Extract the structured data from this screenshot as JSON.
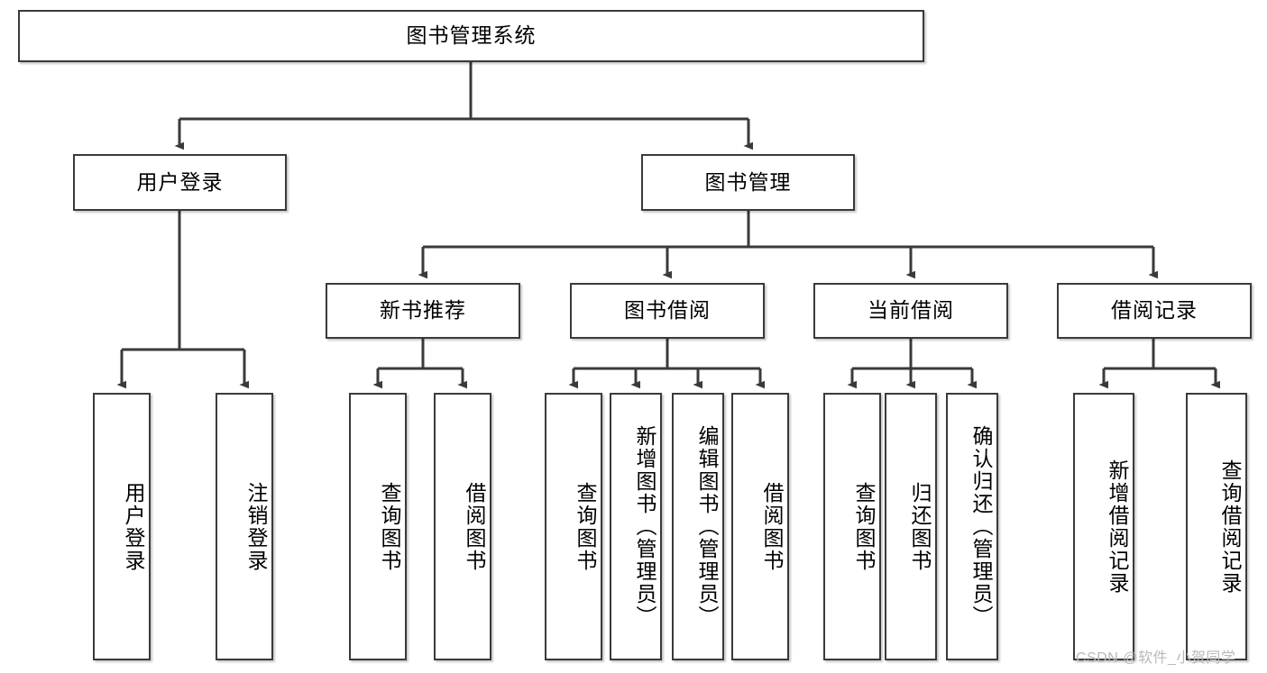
{
  "diagram": {
    "type": "tree-hierarchy",
    "title": "图书管理系统",
    "root": {
      "label": "图书管理系统"
    },
    "level2": [
      {
        "label": "用户登录"
      },
      {
        "label": "图书管理"
      }
    ],
    "level3": [
      {
        "label": "新书推荐"
      },
      {
        "label": "图书借阅"
      },
      {
        "label": "当前借阅"
      },
      {
        "label": "借阅记录"
      }
    ],
    "leaves": {
      "user_login": [
        {
          "label": "用户登录"
        },
        {
          "label": "注销登录"
        }
      ],
      "new_book": [
        {
          "label": "查询图书"
        },
        {
          "label": "借阅图书"
        }
      ],
      "book_borrow": [
        {
          "label": "查询图书"
        },
        {
          "label": "新增图书（管理员）"
        },
        {
          "label": "编辑图书（管理员）"
        },
        {
          "label": "借阅图书"
        }
      ],
      "current_borrow": [
        {
          "label": "查询图书"
        },
        {
          "label": "归还图书"
        },
        {
          "label": "确认归还（管理员）"
        }
      ],
      "borrow_record": [
        {
          "label": "新增借阅记录"
        },
        {
          "label": "查询借阅记录"
        }
      ]
    }
  },
  "watermark": {
    "text": "CSDN @软件_小贺同学"
  },
  "colors": {
    "stroke": "#3a3a3a",
    "box_fill": "#ffffff",
    "text": "#000000",
    "watermark": "#b9b9b9",
    "background": "#ffffff"
  }
}
